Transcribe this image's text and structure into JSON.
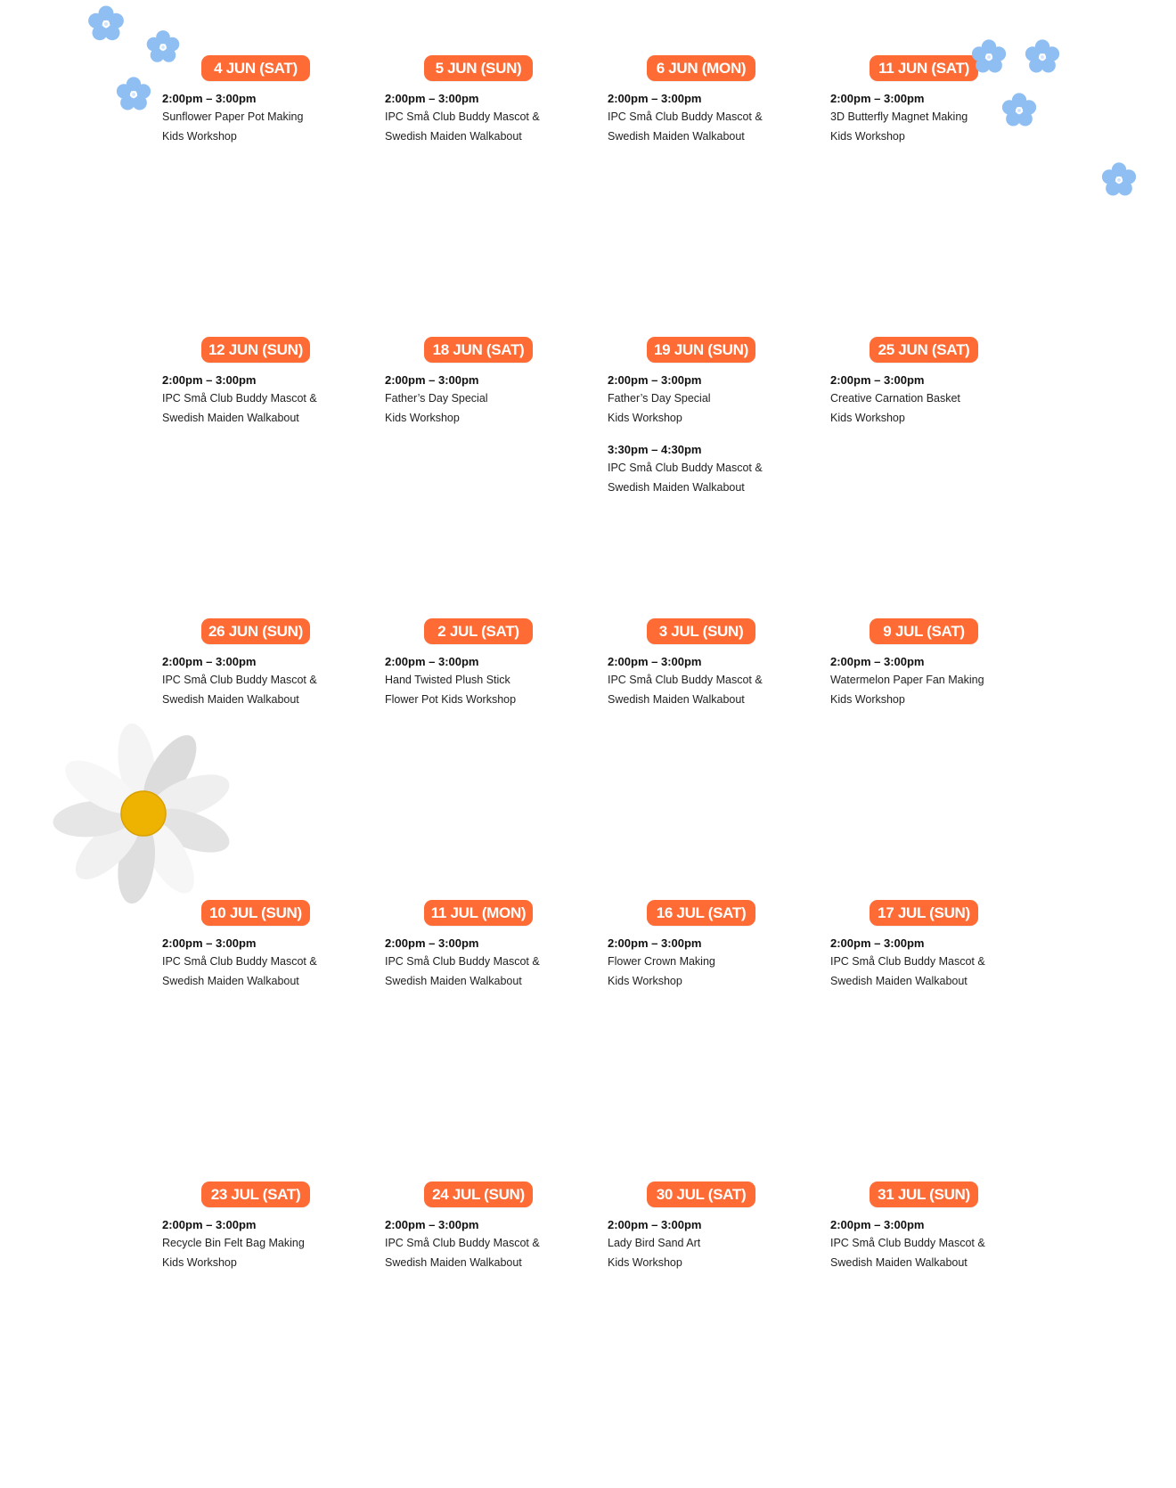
{
  "colors": {
    "badge": "#ff6b35",
    "badge_text": "#ffffff",
    "forget_me_not": "#8fbff2",
    "daisy_petal": "#f2f2f2",
    "daisy_center": "#eeb300"
  },
  "decorations": {
    "blue_flower_icon": "forget-me-not-flower-icon",
    "daisy_icon": "white-daisy-flower-icon"
  },
  "events": [
    {
      "date": "4 JUN (SAT)",
      "slots": [
        {
          "time": "2:00pm – 3:00pm",
          "title": "Sunflower Paper Pot Making\nKids Workshop"
        }
      ]
    },
    {
      "date": "5 JUN (SUN)",
      "slots": [
        {
          "time": "2:00pm – 3:00pm",
          "title": "IPC Små Club Buddy Mascot &\nSwedish Maiden Walkabout"
        }
      ]
    },
    {
      "date": "6 JUN (MON)",
      "slots": [
        {
          "time": "2:00pm – 3:00pm",
          "title": "IPC Små Club Buddy Mascot &\nSwedish Maiden Walkabout"
        }
      ]
    },
    {
      "date": "11 JUN (SAT)",
      "slots": [
        {
          "time": "2:00pm – 3:00pm",
          "title": "3D Butterfly Magnet Making\nKids Workshop"
        }
      ]
    },
    {
      "date": "12 JUN (SUN)",
      "slots": [
        {
          "time": "2:00pm – 3:00pm",
          "title": "IPC Små Club Buddy Mascot &\nSwedish Maiden Walkabout"
        }
      ]
    },
    {
      "date": "18 JUN (SAT)",
      "slots": [
        {
          "time": "2:00pm – 3:00pm",
          "title": "Father’s Day Special\nKids Workshop"
        }
      ]
    },
    {
      "date": "19 JUN (SUN)",
      "slots": [
        {
          "time": "2:00pm – 3:00pm",
          "title": "Father’s Day Special\nKids Workshop"
        },
        {
          "time": "3:30pm – 4:30pm",
          "title": "IPC Små Club Buddy Mascot &\nSwedish Maiden Walkabout"
        }
      ]
    },
    {
      "date": "25 JUN (SAT)",
      "slots": [
        {
          "time": "2:00pm – 3:00pm",
          "title": "Creative Carnation Basket\nKids Workshop"
        }
      ]
    },
    {
      "date": "26 JUN (SUN)",
      "slots": [
        {
          "time": "2:00pm – 3:00pm",
          "title": "IPC Små Club Buddy Mascot &\nSwedish Maiden Walkabout"
        }
      ]
    },
    {
      "date": "2 JUL (SAT)",
      "slots": [
        {
          "time": "2:00pm – 3:00pm",
          "title": "Hand Twisted Plush Stick\nFlower Pot Kids Workshop"
        }
      ]
    },
    {
      "date": "3 JUL (SUN)",
      "slots": [
        {
          "time": "2:00pm – 3:00pm",
          "title": "IPC Små Club Buddy Mascot &\nSwedish Maiden Walkabout"
        }
      ]
    },
    {
      "date": "9 JUL (SAT)",
      "slots": [
        {
          "time": "2:00pm – 3:00pm",
          "title": "Watermelon Paper Fan Making\nKids Workshop"
        }
      ]
    },
    {
      "date": "10 JUL (SUN)",
      "slots": [
        {
          "time": "2:00pm – 3:00pm",
          "title": "IPC Små Club Buddy Mascot &\nSwedish Maiden Walkabout"
        }
      ]
    },
    {
      "date": "11 JUL (MON)",
      "slots": [
        {
          "time": "2:00pm – 3:00pm",
          "title": "IPC Små Club Buddy Mascot &\nSwedish Maiden Walkabout"
        }
      ]
    },
    {
      "date": "16 JUL (SAT)",
      "slots": [
        {
          "time": "2:00pm – 3:00pm",
          "title": "Flower Crown Making\nKids Workshop"
        }
      ]
    },
    {
      "date": "17 JUL (SUN)",
      "slots": [
        {
          "time": "2:00pm – 3:00pm",
          "title": "IPC Små Club Buddy Mascot &\nSwedish Maiden Walkabout"
        }
      ]
    },
    {
      "date": "23 JUL (SAT)",
      "slots": [
        {
          "time": "2:00pm – 3:00pm",
          "title": "Recycle Bin Felt Bag Making\nKids Workshop"
        }
      ]
    },
    {
      "date": "24 JUL (SUN)",
      "slots": [
        {
          "time": "2:00pm – 3:00pm",
          "title": "IPC Små Club Buddy Mascot &\nSwedish Maiden Walkabout"
        }
      ]
    },
    {
      "date": "30 JUL (SAT)",
      "slots": [
        {
          "time": "2:00pm – 3:00pm",
          "title": "Lady Bird Sand Art\nKids Workshop"
        }
      ]
    },
    {
      "date": "31 JUL (SUN)",
      "slots": [
        {
          "time": "2:00pm – 3:00pm",
          "title": "IPC Små Club Buddy Mascot &\nSwedish Maiden Walkabout"
        }
      ]
    }
  ]
}
